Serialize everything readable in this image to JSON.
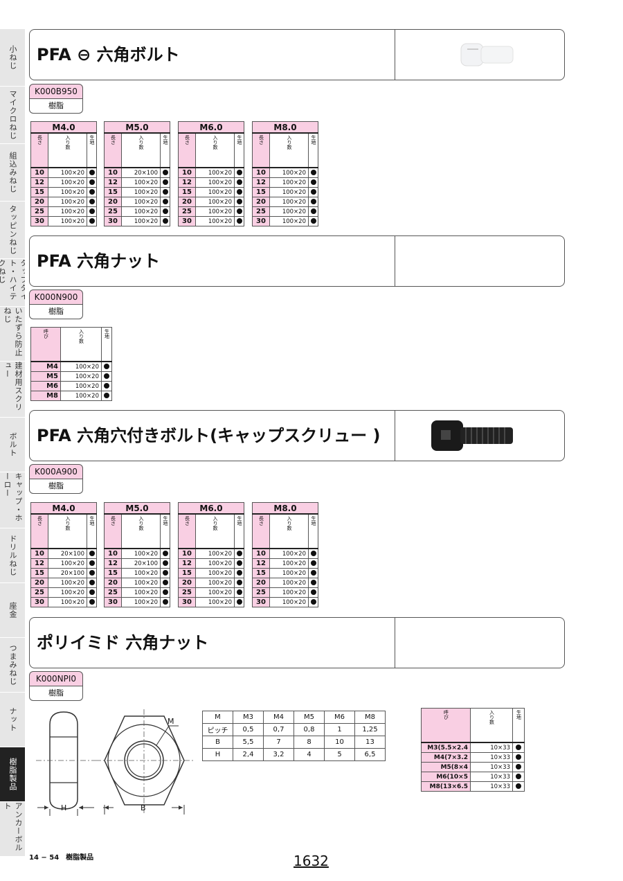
{
  "side_tabs": [
    {
      "label": "小ねじ"
    },
    {
      "label": "マイクロねじ"
    },
    {
      "label": "組込みねじ"
    },
    {
      "label": "タッピンねじ"
    },
    {
      "label": "タップタイト・ハイテクねじ"
    },
    {
      "label": "いたずら防止ねじ"
    },
    {
      "label": "建材用スクリュー"
    },
    {
      "label": "ボルト"
    },
    {
      "label": "キャップ・ホーロー"
    },
    {
      "label": "ドリルねじ"
    },
    {
      "label": "座金"
    },
    {
      "label": "つまみねじ"
    },
    {
      "label": "ナット"
    },
    {
      "label": "樹脂製品",
      "active": true
    },
    {
      "label": "アンカーボルト"
    }
  ],
  "sections": {
    "s1": {
      "title": "PFA ⊖ 六角ボルト",
      "code": "K000B950",
      "material": "樹脂"
    },
    "s2": {
      "title": "PFA 六角ナット",
      "code": "K000N900",
      "material": "樹脂"
    },
    "s3": {
      "title": "PFA 六角穴付きボルト(キャップスクリュー )",
      "code": "K000A900",
      "material": "樹脂"
    },
    "s4": {
      "title": "ポリイミド 六角ナット",
      "code": "K000NPI0",
      "material": "樹脂"
    }
  },
  "col_headers": {
    "length": "長さ",
    "qty": "入り数",
    "material": "生地",
    "nominal": "呼び"
  },
  "bolt_tables": [
    {
      "size": "M4.0",
      "rows": [
        [
          "10",
          "100×20"
        ],
        [
          "12",
          "100×20"
        ],
        [
          "15",
          "100×20"
        ],
        [
          "20",
          "100×20"
        ],
        [
          "25",
          "100×20"
        ],
        [
          "30",
          "100×20"
        ]
      ]
    },
    {
      "size": "M5.0",
      "rows": [
        [
          "10",
          "20×100"
        ],
        [
          "12",
          "100×20"
        ],
        [
          "15",
          "100×20"
        ],
        [
          "20",
          "100×20"
        ],
        [
          "25",
          "100×20"
        ],
        [
          "30",
          "100×20"
        ]
      ]
    },
    {
      "size": "M6.0",
      "rows": [
        [
          "10",
          "100×20"
        ],
        [
          "12",
          "100×20"
        ],
        [
          "15",
          "100×20"
        ],
        [
          "20",
          "100×20"
        ],
        [
          "25",
          "100×20"
        ],
        [
          "30",
          "100×20"
        ]
      ]
    },
    {
      "size": "M8.0",
      "rows": [
        [
          "10",
          "100×20"
        ],
        [
          "12",
          "100×20"
        ],
        [
          "15",
          "100×20"
        ],
        [
          "20",
          "100×20"
        ],
        [
          "25",
          "100×20"
        ],
        [
          "30",
          "100×20"
        ]
      ]
    }
  ],
  "nut_table": {
    "rows": [
      [
        "M4",
        "100×20"
      ],
      [
        "M5",
        "100×20"
      ],
      [
        "M6",
        "100×20"
      ],
      [
        "M8",
        "100×20"
      ]
    ]
  },
  "cap_tables": [
    {
      "size": "M4.0",
      "rows": [
        [
          "10",
          "20×100"
        ],
        [
          "12",
          "100×20"
        ],
        [
          "15",
          "20×100"
        ],
        [
          "20",
          "100×20"
        ],
        [
          "25",
          "100×20"
        ],
        [
          "30",
          "100×20"
        ]
      ]
    },
    {
      "size": "M5.0",
      "rows": [
        [
          "10",
          "100×20"
        ],
        [
          "12",
          "20×100"
        ],
        [
          "15",
          "100×20"
        ],
        [
          "20",
          "100×20"
        ],
        [
          "25",
          "100×20"
        ],
        [
          "30",
          "100×20"
        ]
      ]
    },
    {
      "size": "M6.0",
      "rows": [
        [
          "10",
          "100×20"
        ],
        [
          "12",
          "100×20"
        ],
        [
          "15",
          "100×20"
        ],
        [
          "20",
          "100×20"
        ],
        [
          "25",
          "100×20"
        ],
        [
          "30",
          "100×20"
        ]
      ]
    },
    {
      "size": "M8.0",
      "rows": [
        [
          "10",
          "100×20"
        ],
        [
          "12",
          "100×20"
        ],
        [
          "15",
          "100×20"
        ],
        [
          "20",
          "100×20"
        ],
        [
          "25",
          "100×20"
        ],
        [
          "30",
          "100×20"
        ]
      ]
    }
  ],
  "dims_table": [
    [
      "M",
      "M3",
      "M4",
      "M5",
      "M6",
      "M8"
    ],
    [
      "ピッチ",
      "0,5",
      "0,7",
      "0,8",
      "1",
      "1,25"
    ],
    [
      "B",
      "5,5",
      "7",
      "8",
      "10",
      "13"
    ],
    [
      "H",
      "2,4",
      "3,2",
      "4",
      "5",
      "6,5"
    ]
  ],
  "pi_nut_table": {
    "rows": [
      [
        "M3(5.5×2.4",
        "10×33"
      ],
      [
        "M4(7×3.2",
        "10×33"
      ],
      [
        "M5(8×4",
        "10×33"
      ],
      [
        "M6(10×5",
        "10×33"
      ],
      [
        "M8(13×6.5",
        "10×33"
      ]
    ]
  },
  "drawing": {
    "label_h": "H",
    "label_b": "B",
    "label_m": "M"
  },
  "footer": {
    "section": "14 − 54　樹脂製品",
    "page_number": "1632"
  },
  "colors": {
    "pink": "#f9cfe3",
    "active_tab": "#222222"
  }
}
